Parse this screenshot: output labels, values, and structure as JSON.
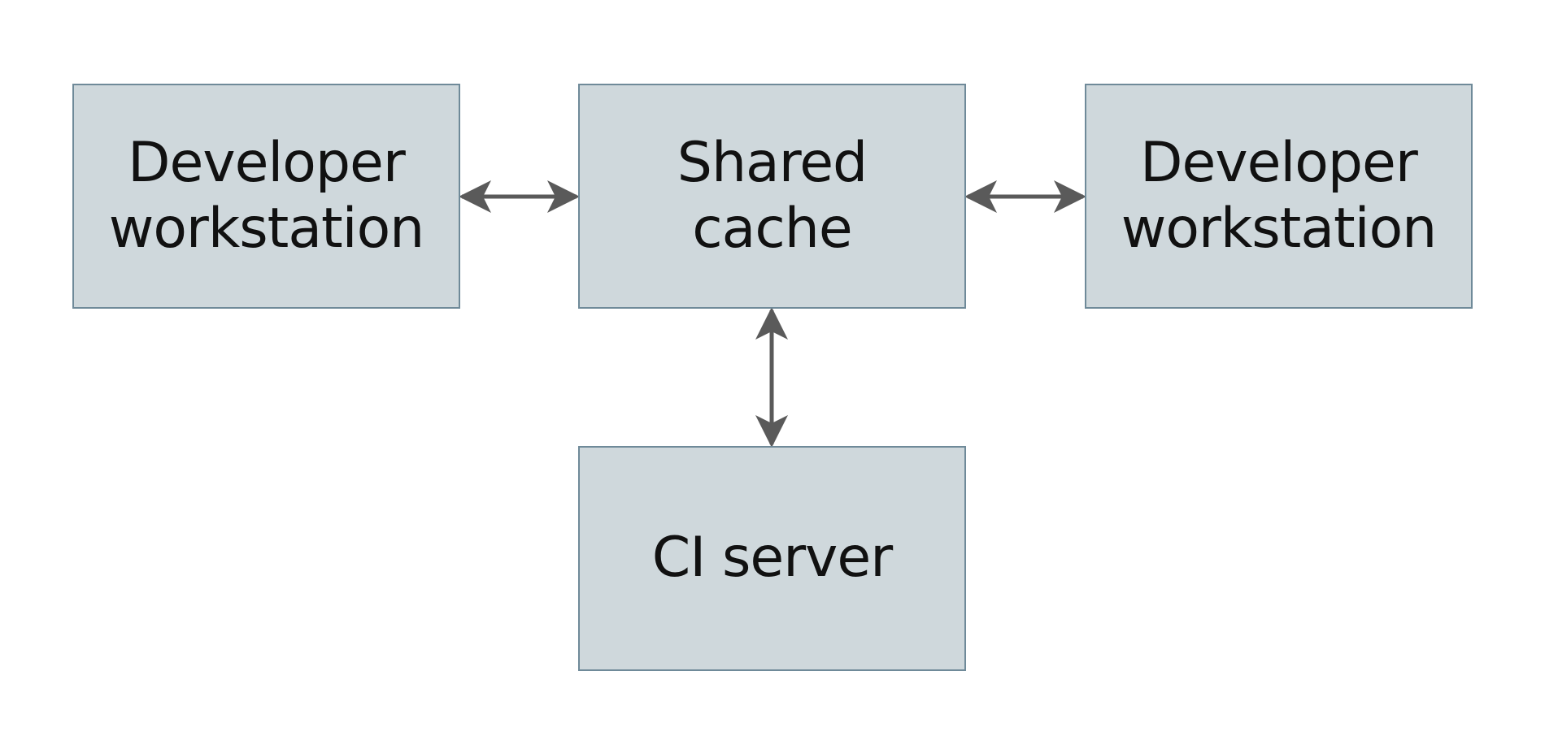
{
  "diagram": {
    "nodes": {
      "dev_left": {
        "label": "Developer\nworkstation"
      },
      "cache": {
        "label": "Shared\ncache"
      },
      "dev_right": {
        "label": "Developer\nworkstation"
      },
      "ci": {
        "label": "CI server"
      }
    },
    "edges": [
      {
        "from": "dev_left",
        "to": "cache",
        "bidirectional": true
      },
      {
        "from": "cache",
        "to": "dev_right",
        "bidirectional": true
      },
      {
        "from": "cache",
        "to": "ci",
        "bidirectional": true
      }
    ],
    "colors": {
      "node_fill": "#cfd8dc",
      "node_border": "#6f8a99",
      "arrow": "#5a5a5a",
      "text": "#111111"
    }
  }
}
